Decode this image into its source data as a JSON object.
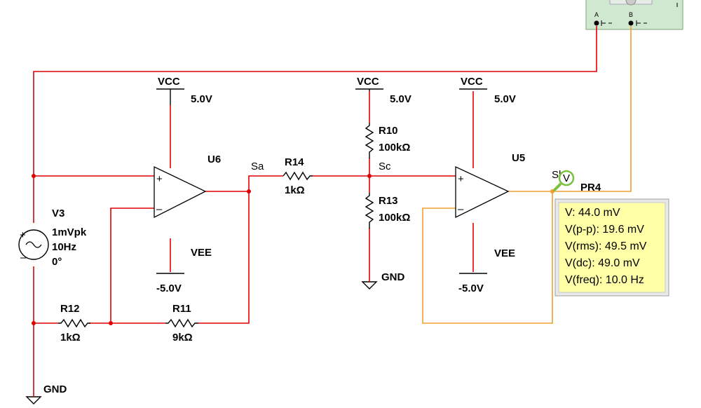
{
  "instruments": {
    "scope_channel_a": "A",
    "scope_channel_b": "B"
  },
  "rails": {
    "u6_vcc": "VCC",
    "u6_vcc_value": "5.0V",
    "u6_vee": "VEE",
    "u6_vee_value": "-5.0V",
    "r10_vcc": "VCC",
    "r10_vcc_value": "5.0V",
    "u5_vcc": "VCC",
    "u5_vcc_value": "5.0V",
    "u5_vee": "VEE",
    "u5_vee_value": "-5.0V"
  },
  "components": {
    "u6": "U6",
    "u5": "U5",
    "r14": "R14",
    "r14_value": "1kΩ",
    "r10": "R10",
    "r10_value": "100kΩ",
    "r13": "R13",
    "r13_value": "100kΩ",
    "r12": "R12",
    "r12_value": "1kΩ",
    "r11": "R11",
    "r11_value": "9kΩ",
    "v3": "V3",
    "v3_amplitude": "1mVpk",
    "v3_freq": "10Hz",
    "v3_phase": "0°",
    "pr4": "PR4"
  },
  "nets": {
    "sa": "Sa",
    "sc": "Sc",
    "sb": "Sb",
    "gnd_left": "GND",
    "gnd_mid": "GND"
  },
  "probe_readout": {
    "line1": "V: 44.0 mV",
    "line2": "V(p-p): 19.6 mV",
    "line3": "V(rms): 49.5 mV",
    "line4": "V(dc): 49.0 mV",
    "line5": "V(freq): 10.0 Hz"
  },
  "colors": {
    "wire_red": "#e00000",
    "wire_orange": "#f0a030",
    "scope_green": "#cfe8cf",
    "tooltip_yellow": "#ffffa8",
    "probe_green": "#7cc040"
  }
}
